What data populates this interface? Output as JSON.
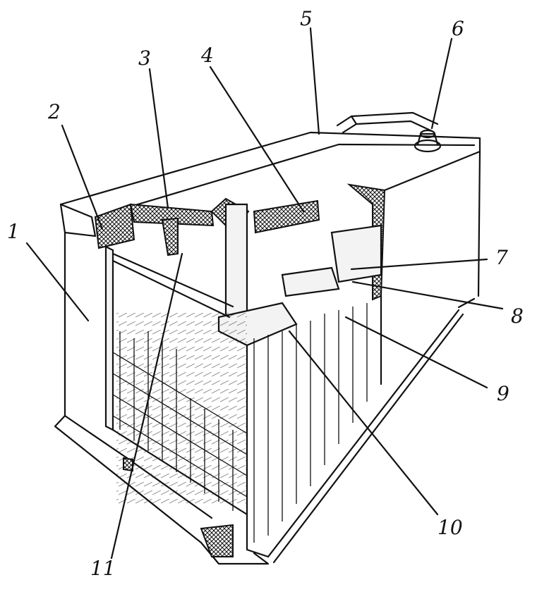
{
  "figure": {
    "ink_color": "#111111",
    "background": "#ffffff"
  },
  "labels": [
    "1",
    "2",
    "3",
    "4",
    "5",
    "6",
    "7",
    "8",
    "9",
    "10",
    "11"
  ]
}
